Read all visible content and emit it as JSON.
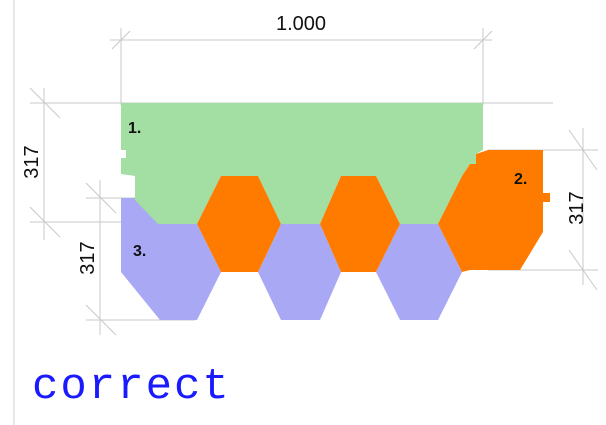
{
  "dimensions": {
    "width_label": "1.000",
    "left_outer_label": "317",
    "left_inner_label": "317",
    "right_label": "317"
  },
  "pieces": [
    {
      "label": "1.",
      "color": "#a3dea3"
    },
    {
      "label": "2.",
      "color": "#ff7b00"
    },
    {
      "label": "3.",
      "color": "#a8a8f5"
    }
  ],
  "verdict": "correct",
  "colors": {
    "dimension_line": "#c8c8c8",
    "dimension_text": "#111111",
    "verdict_text": "#1a1aff"
  }
}
